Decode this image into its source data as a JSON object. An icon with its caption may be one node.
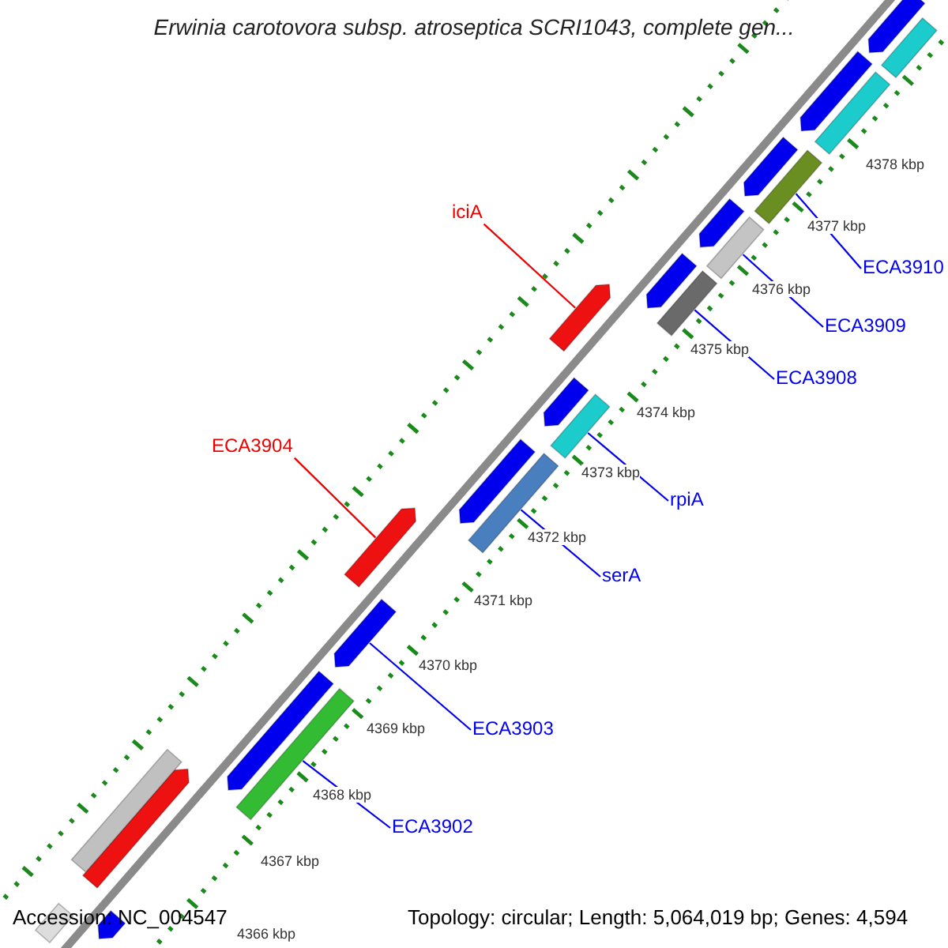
{
  "diagram": {
    "title": "Erwinia carotovora subsp. atroseptica SCRI1043, complete gen...",
    "nodes": [
      {
        "text": [
          "iciA"
        ]
      },
      {
        "text": [
          "ECA3910"
        ]
      },
      {
        "text": [
          "ECA3909"
        ]
      },
      {
        "text": [
          "ECA3908"
        ]
      },
      {
        "text": [
          "ECA3904"
        ]
      },
      {
        "text": [
          "rpiA"
        ]
      },
      {
        "text": [
          "serA"
        ]
      },
      {
        "text": [
          "ECA3903"
        ]
      },
      {
        "text": [
          "ECA3902"
        ]
      },
      {
        "text": [],
        "shape": "bar"
      },
      {
        "text": [],
        "shape": "bar"
      },
      {
        "text": [],
        "shape": "bar"
      },
      {
        "text": [],
        "shape": "bar"
      },
      {
        "text": [],
        "shape": "bar"
      },
      {
        "text": [],
        "shape": "bar"
      },
      {
        "text": [],
        "shape": "bar"
      },
      {
        "text": [],
        "shape": "bar"
      },
      {
        "text": [],
        "shape": "bar"
      },
      {
        "text": [],
        "shape": "bar"
      },
      {
        "text": [],
        "shape": "bar"
      },
      {
        "text": [],
        "shape": "bar"
      },
      {
        "text": [],
        "shape": "bar"
      },
      {
        "text": [],
        "shape": "bar"
      },
      {
        "text": [],
        "shape": "bar"
      },
      {
        "text": [],
        "shape": "bar"
      },
      {
        "text": [],
        "shape": "bar"
      },
      {
        "text": [],
        "shape": "bar"
      },
      {
        "text": [],
        "shape": "bar"
      },
      {
        "text": [],
        "shape": "bar"
      },
      {
        "text": [],
        "shape": "bar"
      },
      {
        "text": [],
        "shape": "bar"
      },
      {
        "text": [],
        "shape": "bar"
      }
    ],
    "edges": [
      {
        "from": 0,
        "to": 9,
        "arrow": "none",
        "color": "#ee0000"
      },
      {
        "from": 1,
        "to": 10,
        "arrow": "none"
      },
      {
        "from": 2,
        "to": 11,
        "arrow": "none"
      },
      {
        "from": 3,
        "to": 12,
        "arrow": "none"
      },
      {
        "from": 4,
        "to": 13,
        "arrow": "none",
        "color": "#ee0000"
      },
      {
        "from": 5,
        "to": 14,
        "arrow": "none"
      },
      {
        "from": 6,
        "to": 15,
        "arrow": "none"
      },
      {
        "from": 7,
        "to": 16,
        "arrow": "none"
      },
      {
        "from": 8,
        "to": 17,
        "arrow": "none"
      }
    ],
    "labels": [
      "4378 kbp",
      "4377 kbp",
      "4376 kbp",
      "4375 kbp",
      "4374 kbp",
      "4373 kbp",
      "4372 kbp",
      "4371 kbp",
      "4370 kbp",
      "4369 kbp",
      "4368 kbp",
      "4367 kbp",
      "Accession: NC_004547",
      "Topology: circular; Length: 5,064,019 bp; Genes: 4,594",
      "4366 kbp"
    ]
  }
}
